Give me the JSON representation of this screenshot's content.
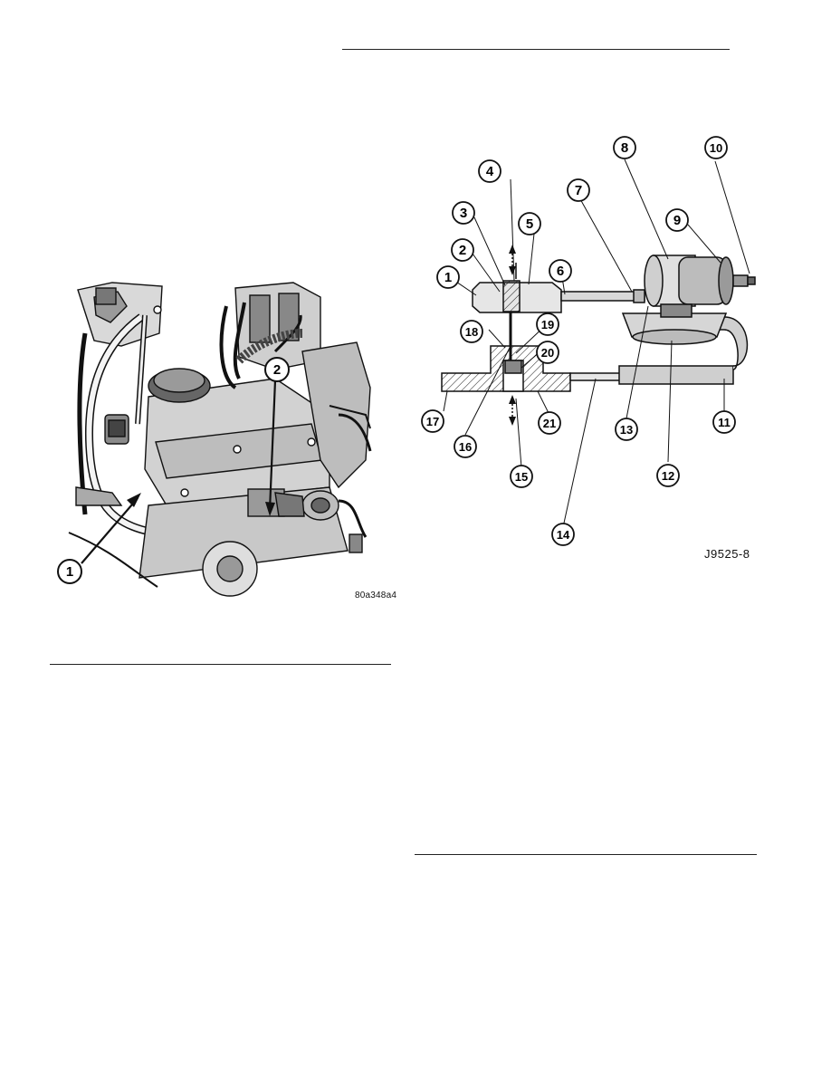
{
  "left_figure": {
    "callouts": [
      "1",
      "2"
    ],
    "code": "80a348a4"
  },
  "right_figure": {
    "callouts": [
      "1",
      "2",
      "3",
      "4",
      "5",
      "6",
      "7",
      "8",
      "9",
      "10",
      "11",
      "12",
      "13",
      "14",
      "15",
      "16",
      "17",
      "18",
      "19",
      "20",
      "21"
    ],
    "code": "J9525-8"
  }
}
